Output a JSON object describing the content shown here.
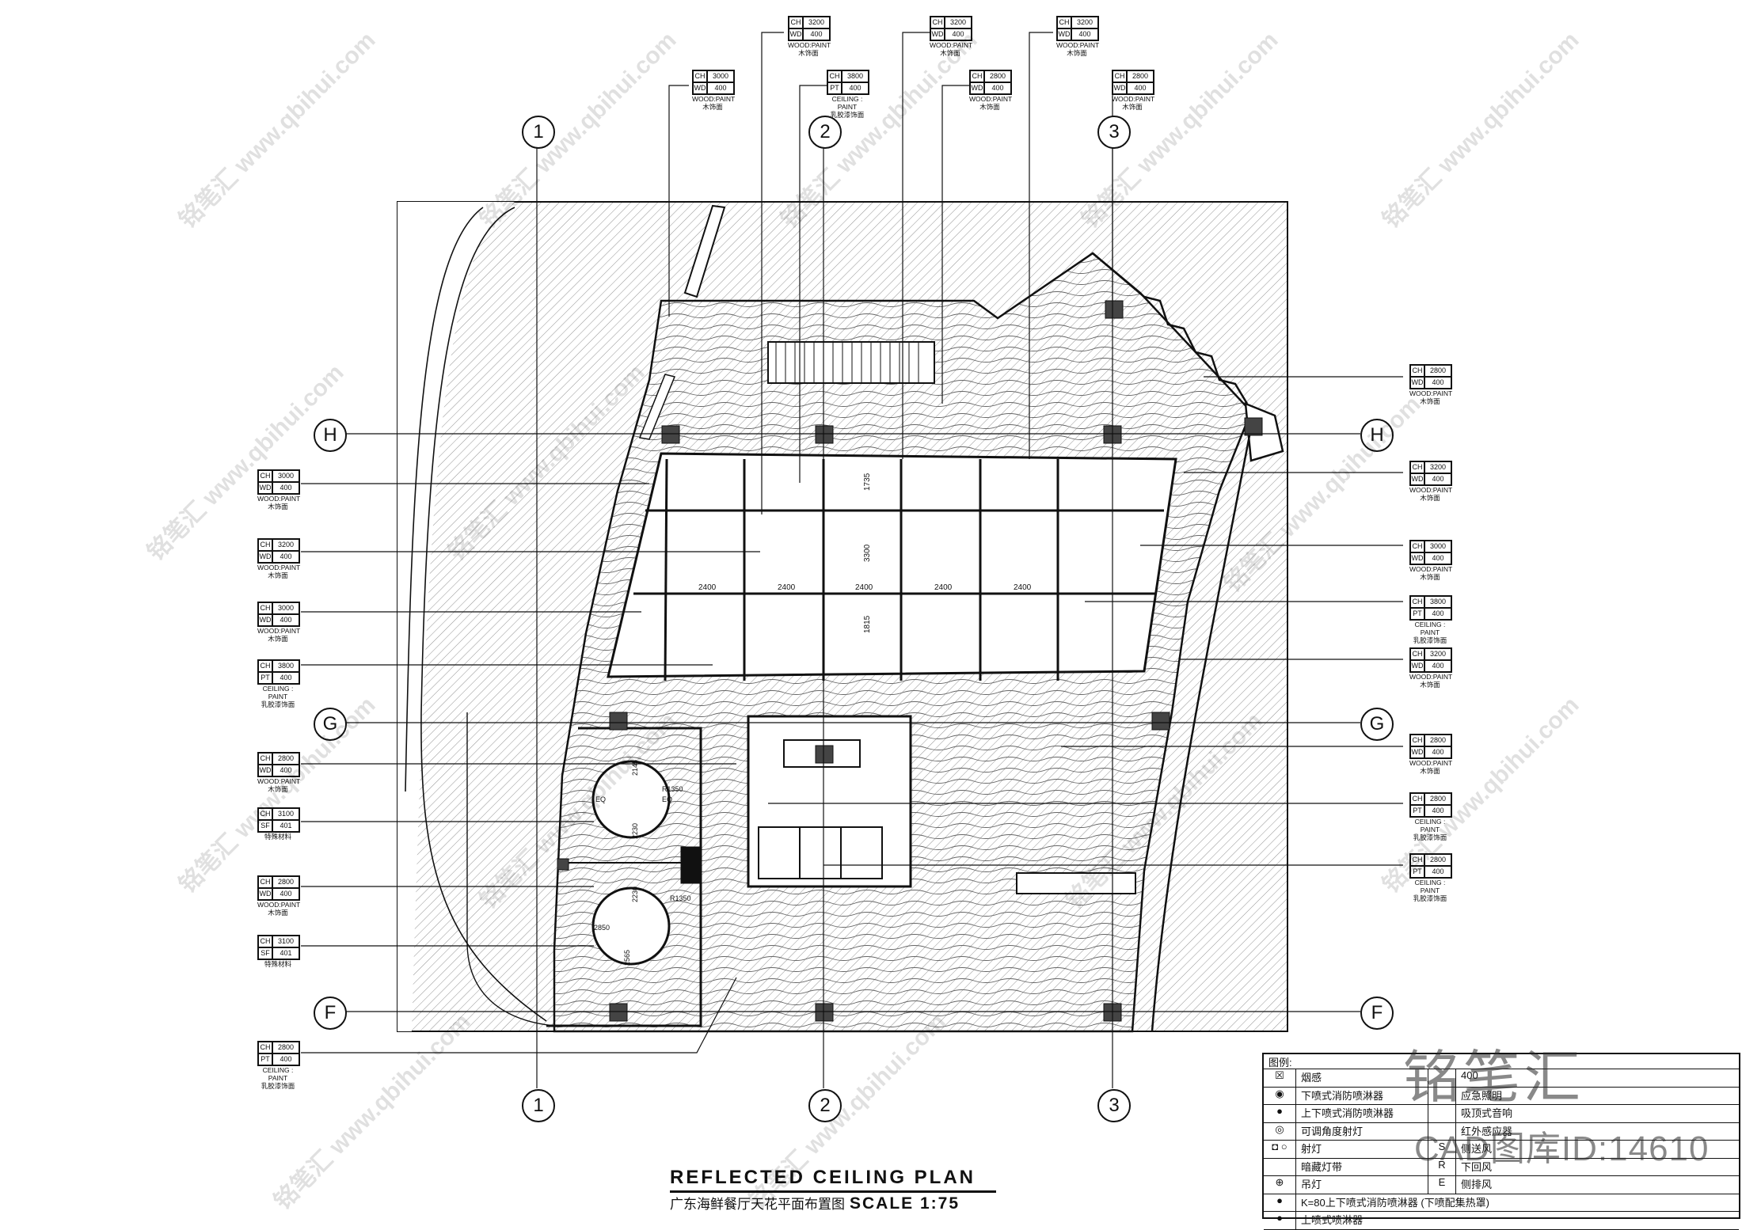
{
  "title": "REFLECTED  CEILING  PLAN",
  "subtitle": "广东海鲜餐厅天花平面布置图",
  "scale": "SCALE 1:75",
  "grid_columns": [
    "1",
    "2",
    "3"
  ],
  "grid_rows": [
    "H",
    "G",
    "F"
  ],
  "dimensions": [
    "2400",
    "2400",
    "2400",
    "2400",
    "2400",
    "1735",
    "3300",
    "1815"
  ],
  "small_dims": [
    "2145",
    "2230",
    "2230",
    "2850",
    "2565",
    "R1350",
    "R1350",
    "EQ",
    "EQ"
  ],
  "ceiling_tags": [
    {
      "ch": "3200",
      "k": "WD",
      "v": "400",
      "m": "WOOD:PAINT",
      "cn": "木饰面"
    },
    {
      "ch": "3200",
      "k": "WD",
      "v": "400",
      "m": "WOOD:PAINT",
      "cn": "木饰面"
    },
    {
      "ch": "3200",
      "k": "WD",
      "v": "400",
      "m": "WOOD:PAINT",
      "cn": "木饰面"
    },
    {
      "ch": "3000",
      "k": "WD",
      "v": "400",
      "m": "WOOD:PAINT",
      "cn": "木饰面"
    },
    {
      "ch": "3800",
      "k": "PT",
      "v": "400",
      "m": "CEILING : PAINT",
      "cn": "乳胶漆饰面"
    },
    {
      "ch": "2800",
      "k": "WD",
      "v": "400",
      "m": "WOOD:PAINT",
      "cn": "木饰面"
    },
    {
      "ch": "2800",
      "k": "WD",
      "v": "400",
      "m": "WOOD:PAINT",
      "cn": "木饰面"
    },
    {
      "ch": "3000",
      "k": "WD",
      "v": "400",
      "m": "WOOD:PAINT",
      "cn": "木饰面"
    },
    {
      "ch": "3200",
      "k": "WD",
      "v": "400",
      "m": "WOOD:PAINT",
      "cn": "木饰面"
    },
    {
      "ch": "3000",
      "k": "WD",
      "v": "400",
      "m": "WOOD:PAINT",
      "cn": "木饰面"
    },
    {
      "ch": "3800",
      "k": "PT",
      "v": "400",
      "m": "CEILING : PAINT",
      "cn": "乳胶漆饰面"
    },
    {
      "ch": "2800",
      "k": "WD",
      "v": "400",
      "m": "WOOD:PAINT",
      "cn": "木饰面"
    },
    {
      "ch": "3100",
      "k": "SF",
      "v": "401",
      "m": "",
      "cn": "特殊材料"
    },
    {
      "ch": "2800",
      "k": "WD",
      "v": "400",
      "m": "WOOD:PAINT",
      "cn": "木饰面"
    },
    {
      "ch": "3100",
      "k": "SF",
      "v": "401",
      "m": "",
      "cn": "特殊材料"
    },
    {
      "ch": "2800",
      "k": "PT",
      "v": "400",
      "m": "CEILING : PAINT",
      "cn": "乳胶漆饰面"
    },
    {
      "ch": "2800",
      "k": "WD",
      "v": "400",
      "m": "WOOD:PAINT",
      "cn": "木饰面"
    },
    {
      "ch": "3200",
      "k": "WD",
      "v": "400",
      "m": "WOOD:PAINT",
      "cn": "木饰面"
    },
    {
      "ch": "3000",
      "k": "WD",
      "v": "400",
      "m": "WOOD:PAINT",
      "cn": "木饰面"
    },
    {
      "ch": "3800",
      "k": "PT",
      "v": "400",
      "m": "CEILING : PAINT",
      "cn": "乳胶漆饰面"
    },
    {
      "ch": "3200",
      "k": "WD",
      "v": "400",
      "m": "WOOD:PAINT",
      "cn": "木饰面"
    },
    {
      "ch": "2800",
      "k": "WD",
      "v": "400",
      "m": "WOOD:PAINT",
      "cn": "木饰面"
    },
    {
      "ch": "2800",
      "k": "PT",
      "v": "400",
      "m": "CEILING : PAINT",
      "cn": "乳胶漆饰面"
    },
    {
      "ch": "2800",
      "k": "PT",
      "v": "400",
      "m": "CEILING : PAINT",
      "cn": "乳胶漆饰面"
    }
  ],
  "legend": {
    "header": "图例:",
    "rows": [
      {
        "sym": "☒",
        "label": "烟感",
        "sym2": "",
        "label2": "400"
      },
      {
        "sym": "◉",
        "label": "下喷式消防喷淋器",
        "sym2": "",
        "label2": "应急照明"
      },
      {
        "sym": "●",
        "label": "上下喷式消防喷淋器",
        "sym2": "",
        "label2": "吸顶式音响"
      },
      {
        "sym": "◎",
        "label": "可调角度射灯",
        "sym2": "",
        "label2": "红外感应器"
      },
      {
        "sym": "◘ ○",
        "label": "射灯",
        "sym2": "S",
        "label2": "侧送风"
      },
      {
        "sym": "",
        "label": "暗藏灯带",
        "sym2": "R",
        "label2": "下回风"
      },
      {
        "sym": "⊕",
        "label": "吊灯",
        "sym2": "E",
        "label2": "侧排风"
      },
      {
        "sym": "●",
        "label": "K=80上下喷式消防喷淋器 (下喷配集热罩)",
        "sym2": "",
        "label2": ""
      },
      {
        "sym": "●",
        "label": "上喷式喷淋器",
        "sym2": "",
        "label2": ""
      }
    ]
  },
  "watermark_text": "铭笔汇  www.qbihui.com",
  "brand": "铭笔汇",
  "brand_id": "CAD图库ID:14610"
}
